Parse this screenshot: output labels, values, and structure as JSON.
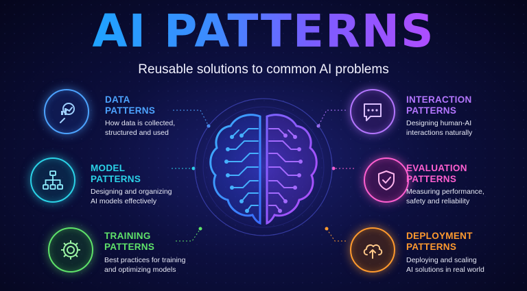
{
  "header": {
    "title": "AI PATTERNS",
    "subtitle": "Reusable solutions to common AI problems"
  },
  "cards": {
    "data": {
      "title_line1": "DATA",
      "title_line2": "PATTERNS",
      "desc_line1": "How data is collected,",
      "desc_line2": "structured and used",
      "icon": "magnifier-chart-icon",
      "color": "#4da3ff"
    },
    "model": {
      "title_line1": "MODEL",
      "title_line2": "PATTERNS",
      "desc_line1": "Designing and organizing",
      "desc_line2": "AI models effectively",
      "icon": "hierarchy-icon",
      "color": "#2bd3e8"
    },
    "training": {
      "title_line1": "TRAINING",
      "title_line2": "PATTERNS",
      "desc_line1": "Best practices for training",
      "desc_line2": "and optimizing models",
      "icon": "gear-icon",
      "color": "#5fe36a"
    },
    "interaction": {
      "title_line1": "INTERACTION",
      "title_line2": "PATTERNS",
      "desc_line1": "Designing human-AI",
      "desc_line2": "interactions naturally",
      "icon": "chat-bubble-icon",
      "color": "#b476ff"
    },
    "evaluation": {
      "title_line1": "EVALUATION",
      "title_line2": "PATTERNS",
      "desc_line1": "Measuring performance,",
      "desc_line2": "safety and reliability",
      "icon": "shield-check-icon",
      "color": "#ff5fd0"
    },
    "deployment": {
      "title_line1": "DEPLOYMENT",
      "title_line2": "PATTERNS",
      "desc_line1": "Deploying and scaling",
      "desc_line2": "AI solutions in real world",
      "icon": "cloud-upload-icon",
      "color": "#ff9a2e"
    }
  },
  "center": {
    "icon": "circuit-brain-icon"
  }
}
